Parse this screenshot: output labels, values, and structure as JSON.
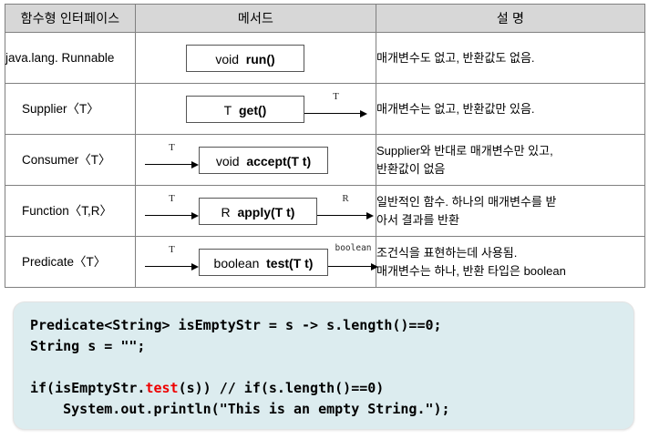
{
  "table": {
    "headers": [
      "함수형 인터페이스",
      "메서드",
      "설 명"
    ],
    "rows": [
      {
        "iface": "java.lang.\nRunnable",
        "method": {
          "ret": "void",
          "name": "run()",
          "in_label": "",
          "out_label": ""
        },
        "desc": "매개변수도 없고, 반환값도 없음."
      },
      {
        "iface": "Supplier〈T〉",
        "method": {
          "ret": "T",
          "name": "get()",
          "in_label": "",
          "out_label": "T"
        },
        "desc": "매개변수는 없고, 반환값만 있음."
      },
      {
        "iface": "Consumer〈T〉",
        "method": {
          "ret": "void",
          "name": "accept(T t)",
          "in_label": "T",
          "out_label": ""
        },
        "desc": "Supplier와 반대로 매개변수만 있고,\n반환값이 없음"
      },
      {
        "iface": "Function〈T,R〉",
        "method": {
          "ret": "R",
          "name": "apply(T t)",
          "in_label": "T",
          "out_label": "R"
        },
        "desc": "일반적인 함수. 하나의 매개변수를 받\n아서 결과를 반환"
      },
      {
        "iface": "Predicate〈T〉",
        "method": {
          "ret": "boolean",
          "name": "test(T t)",
          "in_label": "T",
          "out_label": "boolean"
        },
        "desc": "조건식을 표현하는데 사용됨.\n매개변수는 하나, 반환 타입은 boolean"
      }
    ]
  },
  "code": {
    "lines": [
      "Predicate<String> isEmptyStr = s -> s.length()==0;",
      "String s = \"\";",
      "",
      "if(isEmptyStr.test(s)) // if(s.length()==0)",
      "    System.out.println(\"This is an empty String.\");"
    ],
    "line4_pre": "if(isEmptyStr.",
    "line4_hl": "test",
    "line4_post": "(s)) // if(s.length()==0)",
    "highlight_color": "#ee0000",
    "background_color": "#dcecef"
  }
}
